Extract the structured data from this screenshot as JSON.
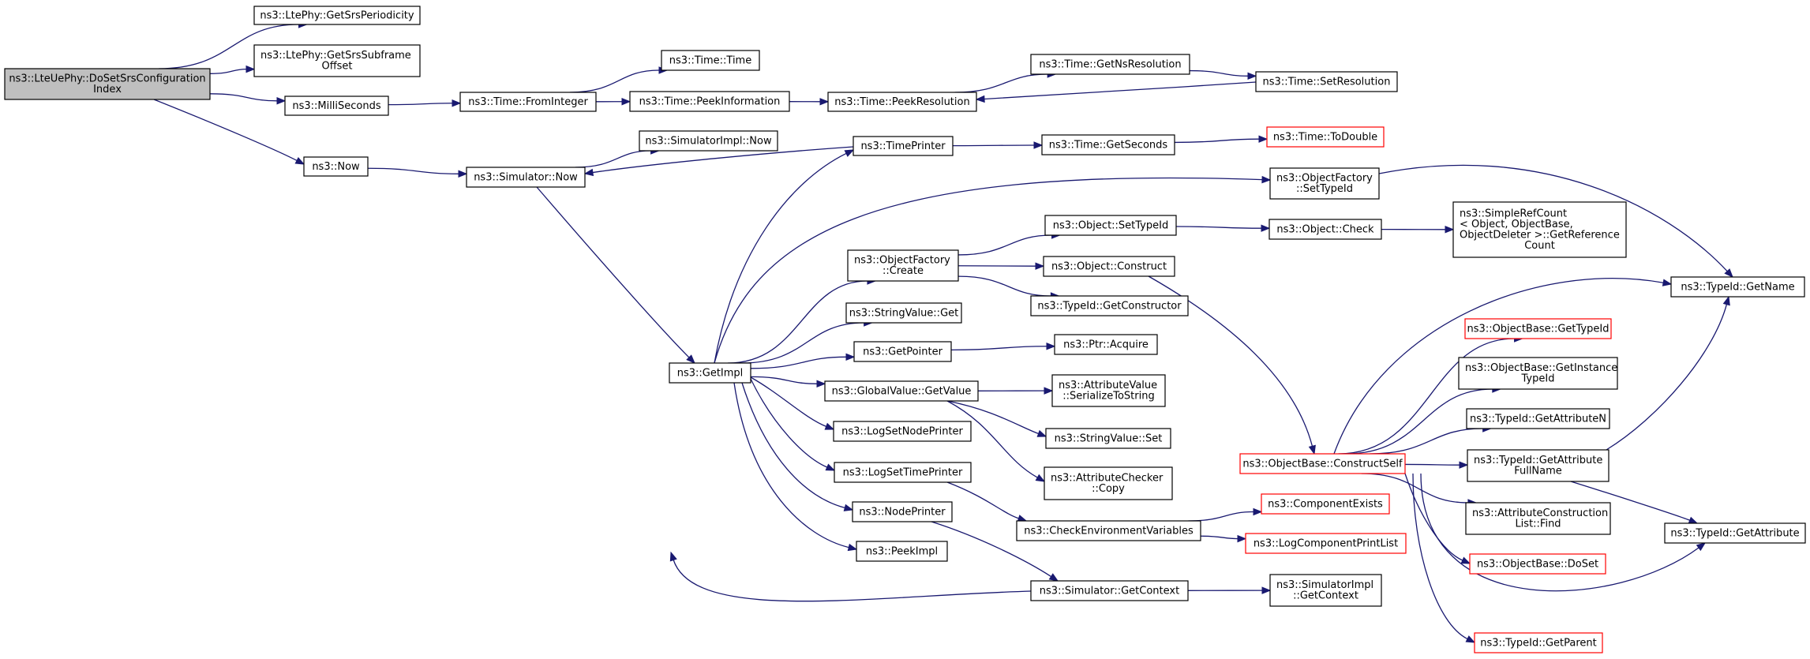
{
  "graph": {
    "colors": {
      "edge": "#191970",
      "root_fill": "#bfbfbf",
      "undocumented_border": "#ff0000",
      "node_border": "#000000"
    },
    "nodes": [
      {
        "id": "doSetSrs",
        "lines": [
          "ns3::LteUePhy::DoSetSrsConfiguration",
          "Index"
        ],
        "style": "root"
      },
      {
        "id": "getSrsPeriodicity",
        "lines": [
          "ns3::LtePhy::GetSrsPeriodicity"
        ]
      },
      {
        "id": "getSrsSubframeOffset",
        "lines": [
          "ns3::LtePhy::GetSrsSubframe",
          "Offset"
        ]
      },
      {
        "id": "milliSeconds",
        "lines": [
          "ns3::MilliSeconds"
        ]
      },
      {
        "id": "now",
        "lines": [
          "ns3::Now"
        ]
      },
      {
        "id": "timeFromInteger",
        "lines": [
          "ns3::Time::FromInteger"
        ]
      },
      {
        "id": "timeTime",
        "lines": [
          "ns3::Time::Time"
        ]
      },
      {
        "id": "timePeekInformation",
        "lines": [
          "ns3::Time::PeekInformation"
        ]
      },
      {
        "id": "timePeekResolution",
        "lines": [
          "ns3::Time::PeekResolution"
        ]
      },
      {
        "id": "timeGetNsResolution",
        "lines": [
          "ns3::Time::GetNsResolution"
        ]
      },
      {
        "id": "timeSetResolution",
        "lines": [
          "ns3::Time::SetResolution"
        ]
      },
      {
        "id": "simulatorNow",
        "lines": [
          "ns3::Simulator::Now"
        ]
      },
      {
        "id": "simulatorImplNow",
        "lines": [
          "ns3::SimulatorImpl::Now"
        ]
      },
      {
        "id": "timePrinter",
        "lines": [
          "ns3::TimePrinter"
        ]
      },
      {
        "id": "timeGetSeconds",
        "lines": [
          "ns3::Time::GetSeconds"
        ]
      },
      {
        "id": "timeToDouble",
        "lines": [
          "ns3::Time::ToDouble"
        ],
        "style": "undoc"
      },
      {
        "id": "objectFactorySetTypeId",
        "lines": [
          "ns3::ObjectFactory",
          "::SetTypeId"
        ]
      },
      {
        "id": "typeIdGetName",
        "lines": [
          "ns3::TypeId::GetName"
        ]
      },
      {
        "id": "getImpl",
        "lines": [
          "ns3::GetImpl"
        ]
      },
      {
        "id": "objectFactoryCreate",
        "lines": [
          "ns3::ObjectFactory",
          "::Create"
        ]
      },
      {
        "id": "objectSetTypeId",
        "lines": [
          "ns3::Object::SetTypeId"
        ]
      },
      {
        "id": "objectCheck",
        "lines": [
          "ns3::Object::Check"
        ]
      },
      {
        "id": "simpleRefCount",
        "lines": [
          "ns3::SimpleRefCount",
          "< Object, ObjectBase,",
          "ObjectDeleter >::GetReference",
          "Count"
        ]
      },
      {
        "id": "objectConstruct",
        "lines": [
          "ns3::Object::Construct"
        ]
      },
      {
        "id": "typeIdGetConstructor",
        "lines": [
          "ns3::TypeId::GetConstructor"
        ]
      },
      {
        "id": "stringValueGet",
        "lines": [
          "ns3::StringValue::Get"
        ]
      },
      {
        "id": "getPointer",
        "lines": [
          "ns3::GetPointer"
        ]
      },
      {
        "id": "ptrAcquire",
        "lines": [
          "ns3::Ptr::Acquire"
        ]
      },
      {
        "id": "globalValueGetValue",
        "lines": [
          "ns3::GlobalValue::GetValue"
        ]
      },
      {
        "id": "attributeValueSerialize",
        "lines": [
          "ns3::AttributeValue",
          "::SerializeToString"
        ]
      },
      {
        "id": "stringValueSet",
        "lines": [
          "ns3::StringValue::Set"
        ]
      },
      {
        "id": "attributeCheckerCopy",
        "lines": [
          "ns3::AttributeChecker",
          "::Copy"
        ]
      },
      {
        "id": "logSetNodePrinter",
        "lines": [
          "ns3::LogSetNodePrinter"
        ]
      },
      {
        "id": "logSetTimePrinter",
        "lines": [
          "ns3::LogSetTimePrinter"
        ]
      },
      {
        "id": "nodePrinter",
        "lines": [
          "ns3::NodePrinter"
        ]
      },
      {
        "id": "peekImpl",
        "lines": [
          "ns3::PeekImpl"
        ]
      },
      {
        "id": "checkEnvVars",
        "lines": [
          "ns3::CheckEnvironmentVariables"
        ]
      },
      {
        "id": "componentExists",
        "lines": [
          "ns3::ComponentExists"
        ],
        "style": "undoc"
      },
      {
        "id": "logComponentPrintList",
        "lines": [
          "ns3::LogComponentPrintList"
        ],
        "style": "undoc"
      },
      {
        "id": "simulatorGetContext",
        "lines": [
          "ns3::Simulator::GetContext"
        ]
      },
      {
        "id": "simulatorImplGetContext",
        "lines": [
          "ns3::SimulatorImpl",
          "::GetContext"
        ]
      },
      {
        "id": "objectBaseConstructSelf",
        "lines": [
          "ns3::ObjectBase::ConstructSelf"
        ],
        "style": "undoc"
      },
      {
        "id": "objectBaseGetTypeId",
        "lines": [
          "ns3::ObjectBase::GetTypeId"
        ],
        "style": "undoc"
      },
      {
        "id": "objectBaseGetInstanceTypeId",
        "lines": [
          "ns3::ObjectBase::GetInstance",
          "TypeId"
        ]
      },
      {
        "id": "typeIdGetAttributeN",
        "lines": [
          "ns3::TypeId::GetAttributeN"
        ]
      },
      {
        "id": "typeIdGetAttributeFullName",
        "lines": [
          "ns3::TypeId::GetAttribute",
          "FullName"
        ]
      },
      {
        "id": "attributeConstructionListFind",
        "lines": [
          "ns3::AttributeConstruction",
          "List::Find"
        ]
      },
      {
        "id": "objectBaseDoSet",
        "lines": [
          "ns3::ObjectBase::DoSet"
        ],
        "style": "undoc"
      },
      {
        "id": "typeIdGetParent",
        "lines": [
          "ns3::TypeId::GetParent"
        ],
        "style": "undoc"
      },
      {
        "id": "typeIdGetAttribute",
        "lines": [
          "ns3::TypeId::GetAttribute"
        ]
      }
    ],
    "edges": [
      [
        "doSetSrs",
        "getSrsPeriodicity"
      ],
      [
        "doSetSrs",
        "getSrsSubframeOffset"
      ],
      [
        "doSetSrs",
        "milliSeconds"
      ],
      [
        "doSetSrs",
        "now"
      ],
      [
        "milliSeconds",
        "timeFromInteger"
      ],
      [
        "timeFromInteger",
        "timeTime"
      ],
      [
        "timeFromInteger",
        "timePeekInformation"
      ],
      [
        "timePeekInformation",
        "timePeekResolution"
      ],
      [
        "timePeekResolution",
        "timeGetNsResolution"
      ],
      [
        "timeGetNsResolution",
        "timeSetResolution"
      ],
      [
        "timeSetResolution",
        "timePeekResolution"
      ],
      [
        "now",
        "simulatorNow"
      ],
      [
        "simulatorNow",
        "simulatorImplNow"
      ],
      [
        "simulatorNow",
        "getImpl"
      ],
      [
        "timePrinter",
        "simulatorNow"
      ],
      [
        "timePrinter",
        "timeGetSeconds"
      ],
      [
        "timeGetSeconds",
        "timeToDouble"
      ],
      [
        "getImpl",
        "timePrinter"
      ],
      [
        "getImpl",
        "objectFactorySetTypeId"
      ],
      [
        "objectFactorySetTypeId",
        "typeIdGetName"
      ],
      [
        "getImpl",
        "objectFactoryCreate"
      ],
      [
        "objectFactoryCreate",
        "objectSetTypeId"
      ],
      [
        "objectFactoryCreate",
        "objectConstruct"
      ],
      [
        "objectFactoryCreate",
        "typeIdGetConstructor"
      ],
      [
        "objectSetTypeId",
        "objectCheck"
      ],
      [
        "objectCheck",
        "simpleRefCount"
      ],
      [
        "objectConstruct",
        "objectBaseConstructSelf"
      ],
      [
        "getImpl",
        "stringValueGet"
      ],
      [
        "getImpl",
        "getPointer"
      ],
      [
        "getPointer",
        "ptrAcquire"
      ],
      [
        "getImpl",
        "globalValueGetValue"
      ],
      [
        "globalValueGetValue",
        "attributeValueSerialize"
      ],
      [
        "globalValueGetValue",
        "stringValueSet"
      ],
      [
        "globalValueGetValue",
        "attributeCheckerCopy"
      ],
      [
        "getImpl",
        "logSetNodePrinter"
      ],
      [
        "getImpl",
        "logSetTimePrinter"
      ],
      [
        "logSetTimePrinter",
        "checkEnvVars"
      ],
      [
        "getImpl",
        "nodePrinter"
      ],
      [
        "nodePrinter",
        "simulatorGetContext"
      ],
      [
        "getImpl",
        "peekImpl"
      ],
      [
        "checkEnvVars",
        "componentExists"
      ],
      [
        "checkEnvVars",
        "logComponentPrintList"
      ],
      [
        "simulatorGetContext",
        "simulatorImplGetContext"
      ],
      [
        "simulatorGetContext",
        "getImpl"
      ],
      [
        "objectBaseConstructSelf",
        "typeIdGetName"
      ],
      [
        "objectBaseConstructSelf",
        "objectBaseGetTypeId"
      ],
      [
        "objectBaseConstructSelf",
        "objectBaseGetInstanceTypeId"
      ],
      [
        "objectBaseConstructSelf",
        "typeIdGetAttributeN"
      ],
      [
        "objectBaseConstructSelf",
        "typeIdGetAttributeFullName"
      ],
      [
        "objectBaseConstructSelf",
        "attributeConstructionListFind"
      ],
      [
        "objectBaseConstructSelf",
        "objectBaseDoSet"
      ],
      [
        "objectBaseConstructSelf",
        "typeIdGetParent"
      ],
      [
        "objectBaseConstructSelf",
        "typeIdGetAttribute"
      ],
      [
        "typeIdGetAttributeFullName",
        "typeIdGetName"
      ],
      [
        "typeIdGetAttributeFullName",
        "typeIdGetAttribute"
      ]
    ]
  }
}
